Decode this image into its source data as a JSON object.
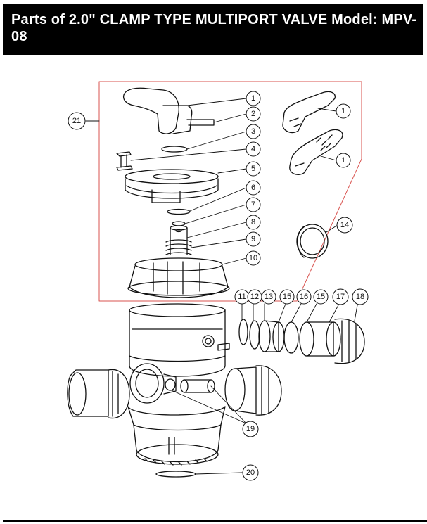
{
  "title": {
    "text": "Parts of 2.0\" CLAMP TYPE MULTIPORT VALVE Model: MPV-08"
  },
  "callouts": [
    {
      "id": "c1a",
      "label": "1"
    },
    {
      "id": "c2",
      "label": "2"
    },
    {
      "id": "c3",
      "label": "3"
    },
    {
      "id": "c4",
      "label": "4"
    },
    {
      "id": "c5",
      "label": "5"
    },
    {
      "id": "c6",
      "label": "6"
    },
    {
      "id": "c7",
      "label": "7"
    },
    {
      "id": "c8",
      "label": "8"
    },
    {
      "id": "c9",
      "label": "9"
    },
    {
      "id": "c10",
      "label": "10"
    },
    {
      "id": "c1b",
      "label": "1"
    },
    {
      "id": "c1c",
      "label": "1"
    },
    {
      "id": "c21",
      "label": "21"
    },
    {
      "id": "c14",
      "label": "14"
    },
    {
      "id": "c11",
      "label": "11"
    },
    {
      "id": "c12",
      "label": "12"
    },
    {
      "id": "c13",
      "label": "13"
    },
    {
      "id": "c15a",
      "label": "15"
    },
    {
      "id": "c16",
      "label": "16"
    },
    {
      "id": "c15b",
      "label": "15"
    },
    {
      "id": "c17",
      "label": "17"
    },
    {
      "id": "c18",
      "label": "18"
    },
    {
      "id": "c19",
      "label": "19"
    },
    {
      "id": "c20",
      "label": "20"
    }
  ],
  "colors": {
    "title_bg": "#000000",
    "title_fg": "#ffffff",
    "kit_outline": "#d9534f",
    "line": "#111111"
  }
}
